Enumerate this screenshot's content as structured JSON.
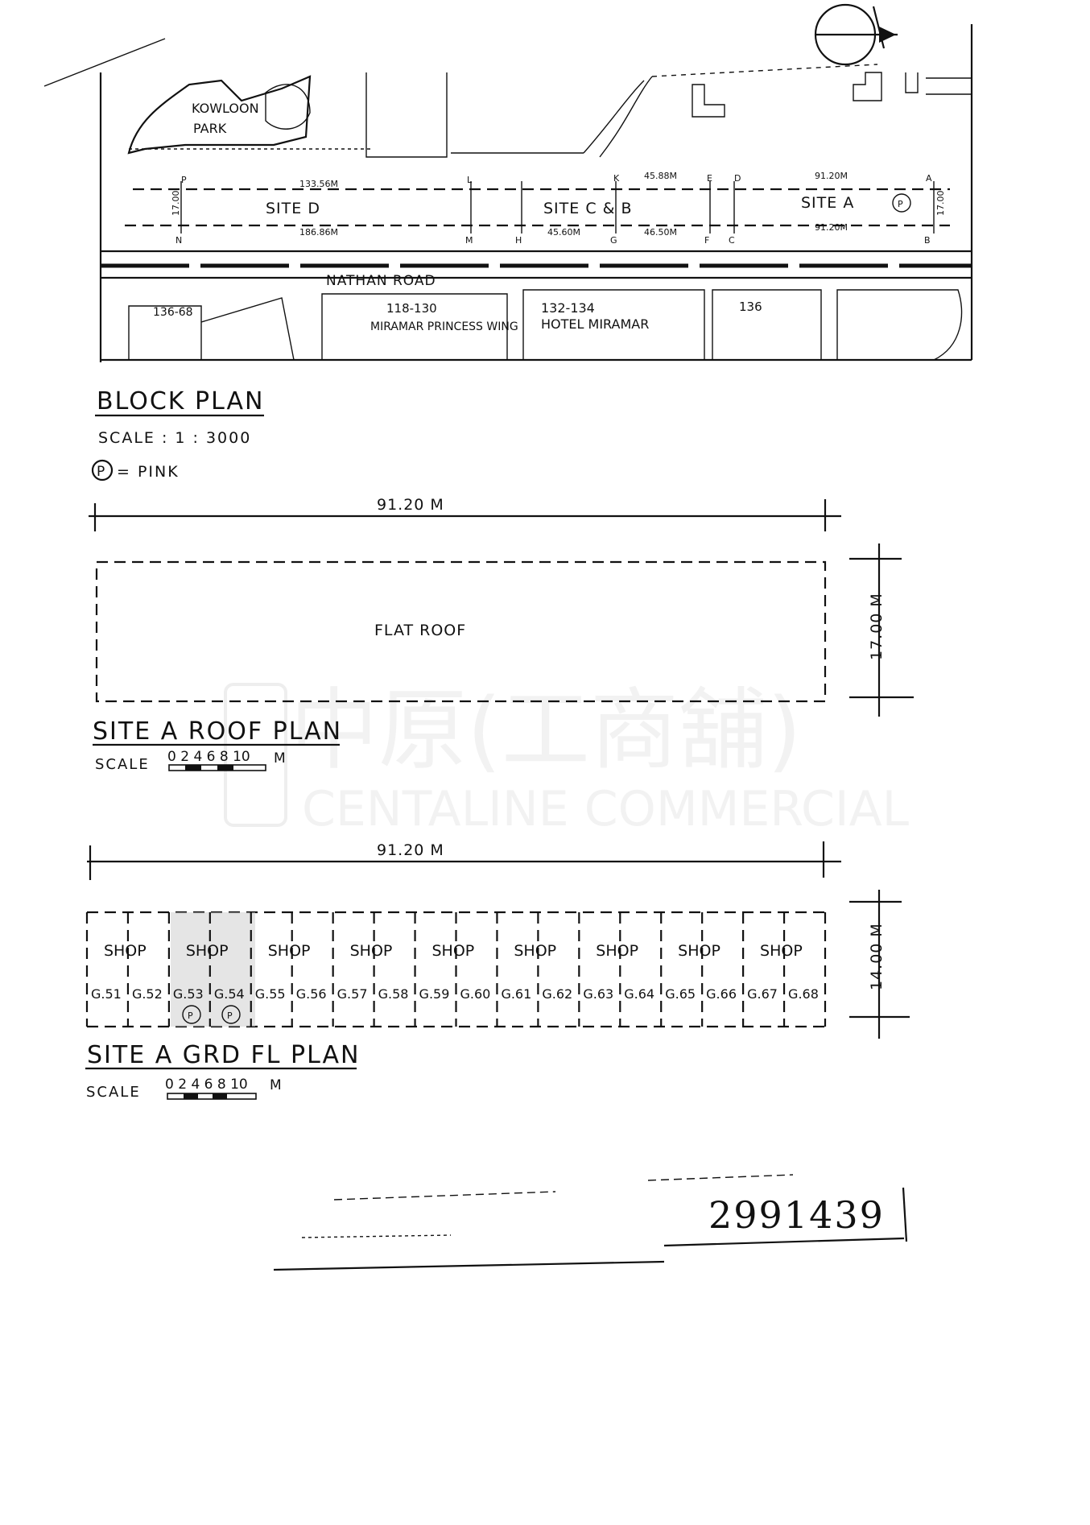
{
  "block_plan": {
    "title": "BLOCK PLAN",
    "scale": "SCALE : 1 : 3000",
    "legend_symbol": "P",
    "legend_text": "= PINK",
    "park_label_1": "KOWLOON",
    "park_label_2": "PARK",
    "road": "NATHAN ROAD",
    "sites": [
      "SITE D",
      "SITE C & B",
      "SITE A"
    ],
    "site_a_mark": "P",
    "points_top": [
      "P",
      "L",
      "K",
      "E",
      "D",
      "A"
    ],
    "points_bottom": [
      "N",
      "M",
      "H",
      "G",
      "F",
      "C",
      "B"
    ],
    "dims": [
      "133.56M",
      "186.86M",
      "45.88M",
      "45.60M",
      "46.50M",
      "91.20M",
      "91.20M",
      "17.00",
      "17.00"
    ],
    "buildings": [
      {
        "no": "136-68",
        "name": ""
      },
      {
        "no": "118-130",
        "name": "MIRAMAR PRINCESS WING"
      },
      {
        "no": "132-134",
        "name": "HOTEL MIRAMAR"
      },
      {
        "no": "136",
        "name": ""
      }
    ]
  },
  "roof_plan": {
    "width_dim": "91.20 M",
    "depth_dim": "17.00 M",
    "area_label": "FLAT ROOF",
    "title": "SITE A ROOF PLAN",
    "scale_label": "SCALE",
    "scale_ticks": "0 2 4 6 8 10",
    "scale_unit": "M"
  },
  "grd_plan": {
    "width_dim": "91.20 M",
    "depth_dim": "14.00 M",
    "shop_label": "SHOP",
    "units": [
      "G.51",
      "G.52",
      "G.53",
      "G.54",
      "G.55",
      "G.56",
      "G.57",
      "G.58",
      "G.59",
      "G.60",
      "G.61",
      "G.62",
      "G.63",
      "G.64",
      "G.65",
      "G.66",
      "G.67",
      "G.68"
    ],
    "pink_mark": "P",
    "title": "SITE A GRD FL PLAN",
    "scale_label": "SCALE",
    "scale_ticks": "0 2 4 6 8 10",
    "scale_unit": "M"
  },
  "watermark": {
    "cn": "中原(工商舖)",
    "en": "CENTALINE COMMERCIAL"
  },
  "stamp_number": "2991439",
  "colors": {
    "ink": "#111111",
    "paper": "#ffffff",
    "watermark": "#e8e8e8"
  }
}
